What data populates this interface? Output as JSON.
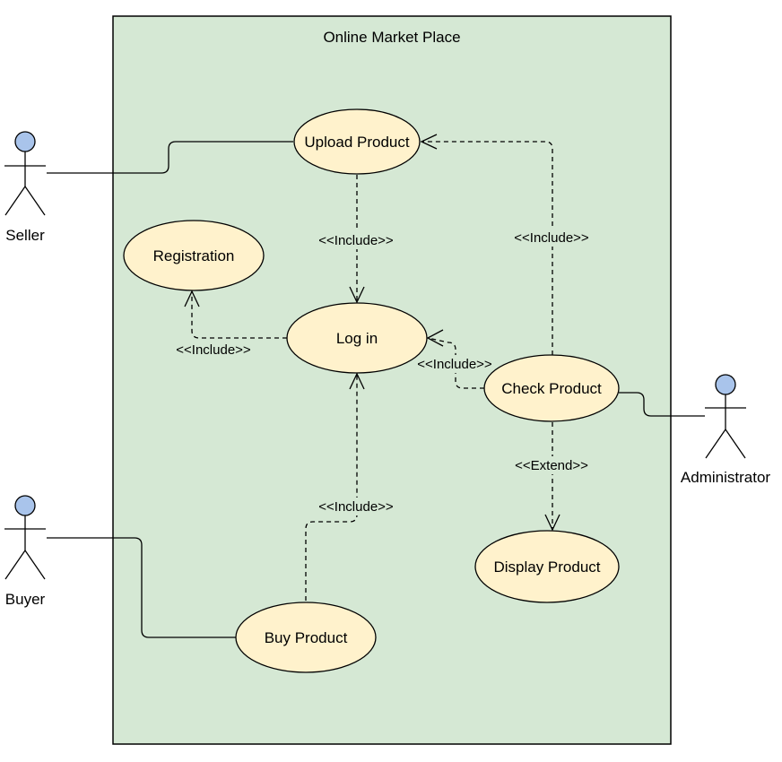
{
  "system": {
    "title": "Online Market Place"
  },
  "actors": {
    "seller": "Seller",
    "buyer": "Buyer",
    "administrator": "Administrator"
  },
  "use_cases": {
    "upload_product": "Upload Product",
    "registration": "Registration",
    "log_in": "Log in",
    "check_product": "Check Product",
    "display_product": "Display Product",
    "buy_product": "Buy Product"
  },
  "relations": {
    "upload_include_login": "<<Include>>",
    "login_include_registration": "<<Include>>",
    "check_include_upload": "<<Include>>",
    "check_include_login": "<<Include>>",
    "check_extend_display": "<<Extend>>",
    "buy_include_login": "<<Include>>"
  },
  "colors": {
    "system_fill": "#d5e8d4",
    "usecase_fill": "#fff2cc",
    "actor_head_fill": "#a9c4eb",
    "stroke": "#000000"
  }
}
